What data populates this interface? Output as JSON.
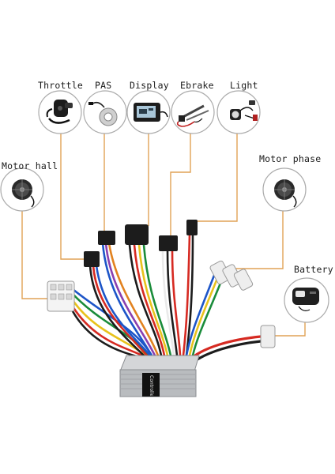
{
  "labels": {
    "throttle": "Throttle",
    "pas": "PAS",
    "display": "Display",
    "ebrake": "Ebrake",
    "light": "Light",
    "motor_hall": "Motor hall",
    "motor_phase": "Motor phase",
    "battery": "Battery"
  },
  "controller": {
    "name_text": "Controller"
  },
  "colors": {
    "leader_line": "#e1a256",
    "circle_border": "#aaaaaa",
    "controller_body": "#b9bcbf",
    "wire_red": "#d62a22",
    "wire_blue": "#1d55c8",
    "wire_green": "#1a8c3a",
    "wire_yellow": "#e8c21c",
    "wire_black": "#1c1c1c",
    "wire_white": "#eaeaea",
    "wire_purple": "#8a3fb0",
    "wire_orange": "#e2821f"
  },
  "icons": {
    "throttle": "thumb-throttle-icon",
    "pas": "pas-sensor-icon",
    "display": "lcd-display-icon",
    "ebrake": "brake-lever-icon",
    "light": "headlight-icon",
    "motor_hall": "hub-motor-icon",
    "motor_phase": "hub-motor-icon",
    "battery": "battery-pack-icon"
  }
}
